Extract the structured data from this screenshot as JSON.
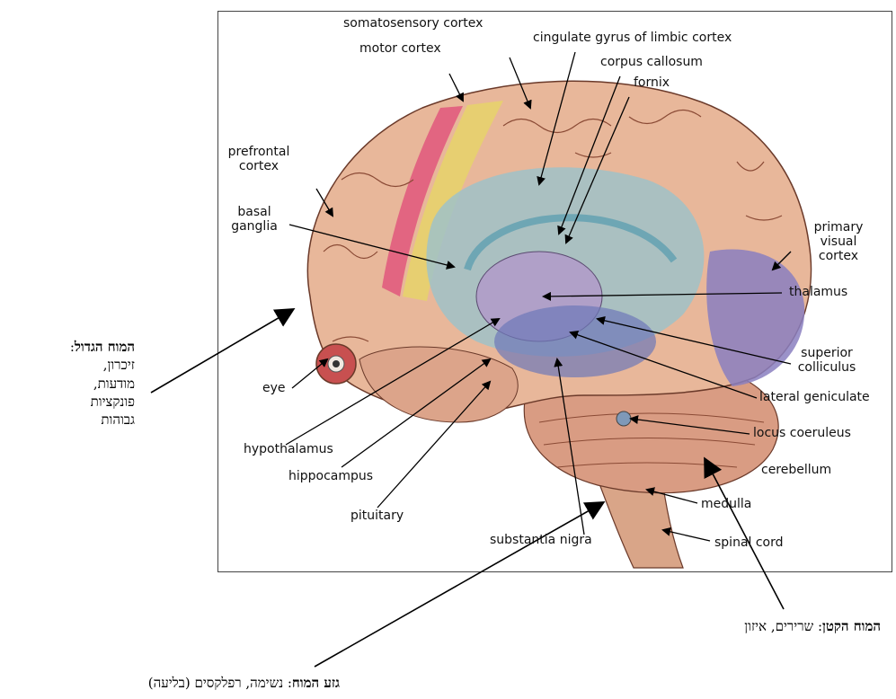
{
  "diagram": {
    "labels": {
      "somatosensory": "somatosensory cortex",
      "motor": "motor cortex",
      "cingulate": "cingulate gyrus of limbic cortex",
      "corpus": "corpus callosum",
      "fornix": "fornix",
      "prefrontal": "prefrontal cortex",
      "basal": "basal ganglia",
      "primary_visual": "primary visual cortex",
      "thalamus": "thalamus",
      "superior_colliculus": "superior colliculus",
      "lateral_geniculate": "lateral geniculate",
      "eye": "eye",
      "locus": "locus coeruleus",
      "cerebellum": "cerebellum",
      "hypothalamus": "hypothalamus",
      "hippocampus": "hippocampus",
      "pituitary": "pituitary",
      "medulla": "medulla",
      "substantia": "substantia nigra",
      "spinal": "spinal cord"
    },
    "annotations": {
      "cerebrum": {
        "title": "המוח הגדול",
        "sep": ":",
        "lines": [
          "זיכרון,",
          "מודעות,",
          "פונקציות",
          "גבוהות"
        ]
      },
      "cerebellum": {
        "title": "המוח הקטן",
        "text": ": שרירים, איזון"
      },
      "brainstem": {
        "title": "גזע המוח",
        "text": ": נשימה, רפלקסים (בליעה)"
      }
    },
    "colors": {
      "skin": "#e8b79a",
      "motor": "#e0507a",
      "sensory": "#e6d36a",
      "limbic": "#9fc2c8",
      "visual": "#8a7fc0",
      "deep": "#6e78b8"
    }
  }
}
